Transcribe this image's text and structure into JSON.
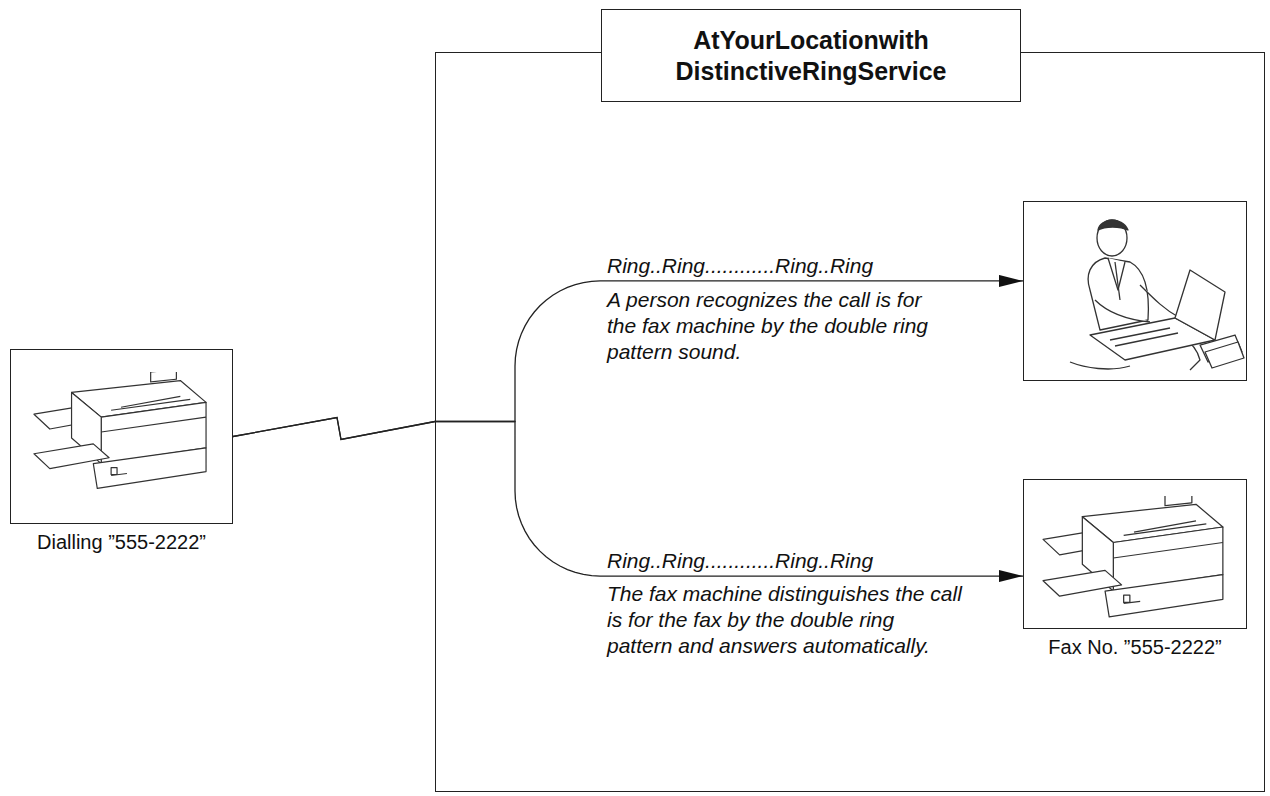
{
  "diagram": {
    "nodes": [
      {
        "text": [
          "Dialling ”555-2222”"
        ]
      },
      {
        "text": [
          "AtYourLocationwith DistinctiveRingService"
        ]
      },
      {
        "text": [],
        "in": 1
      },
      {
        "text": [
          "Fax No. ”555-2222”"
        ],
        "in": 1
      }
    ],
    "edges": [
      {
        "from": 0,
        "to": 2,
        "arrow": "to",
        "label": "Ring..Ring............Ring..Ring"
      },
      {
        "from": 0,
        "to": 3,
        "arrow": "to",
        "label": "Ring..Ring............Ring..Ring"
      }
    ],
    "labels": [
      "A person recognizes the call is for the fax machine by the double ring pattern sound.",
      "The fax machine distinguishes the call is for the fax by the double ring pattern and answers automatically."
    ]
  }
}
